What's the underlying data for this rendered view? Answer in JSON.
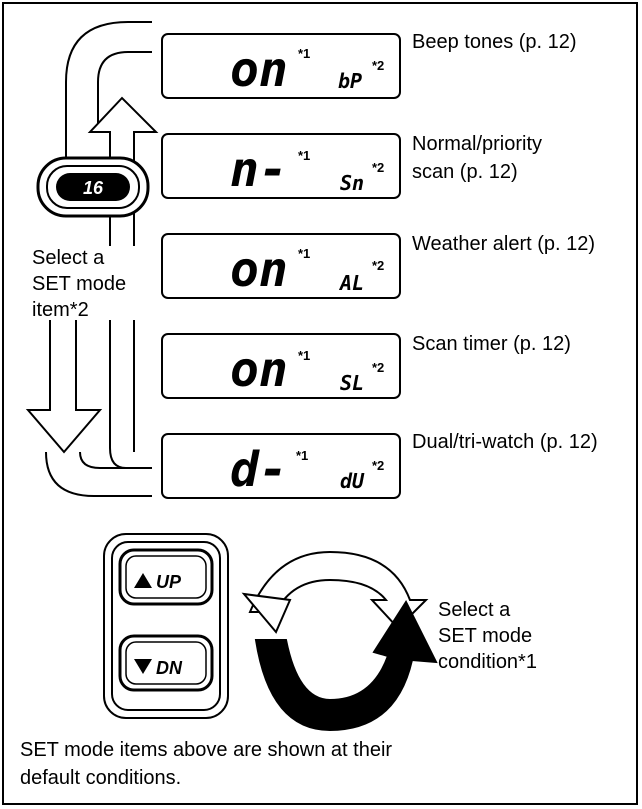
{
  "displays": [
    {
      "main": "on",
      "main_sup": "*1",
      "small": "bP",
      "small_sup": "*2",
      "label": "Beep tones (p. 12)"
    },
    {
      "main": "n-",
      "main_sup": "*1",
      "small": "Sn",
      "small_sup": "*2",
      "label_lines": [
        "Normal/priority",
        "scan (p. 12)"
      ]
    },
    {
      "main": "on",
      "main_sup": "*1",
      "small": "AL",
      "small_sup": "*2",
      "label": "Weather alert (p. 12)"
    },
    {
      "main": "on",
      "main_sup": "*1",
      "small": "SL",
      "small_sup": "*2",
      "label": "Scan timer (p. 12)"
    },
    {
      "main": "d-",
      "main_sup": "*1",
      "small": "dU",
      "small_sup": "*2",
      "label": "Dual/tri-watch (p. 12)"
    }
  ],
  "key16": "16",
  "select_item_lines": [
    "Select a",
    "SET mode",
    "item*2"
  ],
  "up_key": "UP",
  "dn_key": "DN",
  "select_condition_lines": [
    "Select a",
    "SET mode",
    "condition*1"
  ],
  "footer_lines": [
    "SET mode items above are shown at their",
    "default conditions."
  ]
}
